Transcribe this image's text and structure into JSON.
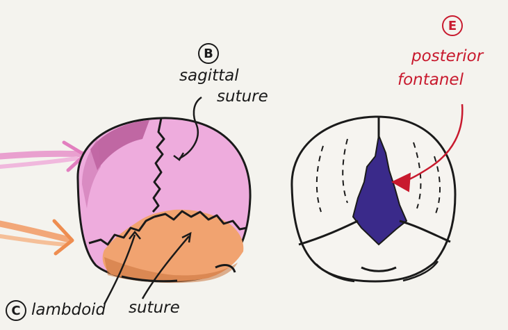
{
  "labels": {
    "b_marker": "B",
    "sagittal_line1": "sagittal",
    "sagittal_line2": "suture",
    "e_marker": "E",
    "posterior_line1": "posterior",
    "posterior_line2": "fontanel",
    "c_marker": "C",
    "lambdoid_word1": "lambdoid",
    "lambdoid_word2": "suture"
  },
  "colors": {
    "parietal_pink": "#e58fd6",
    "occipital_orange": "#f0a06a",
    "fontanel_purple": "#3a2a8a",
    "annotation_red": "#c81a2e",
    "outline": "#1a1a1a",
    "background": "#f4f3ee"
  }
}
